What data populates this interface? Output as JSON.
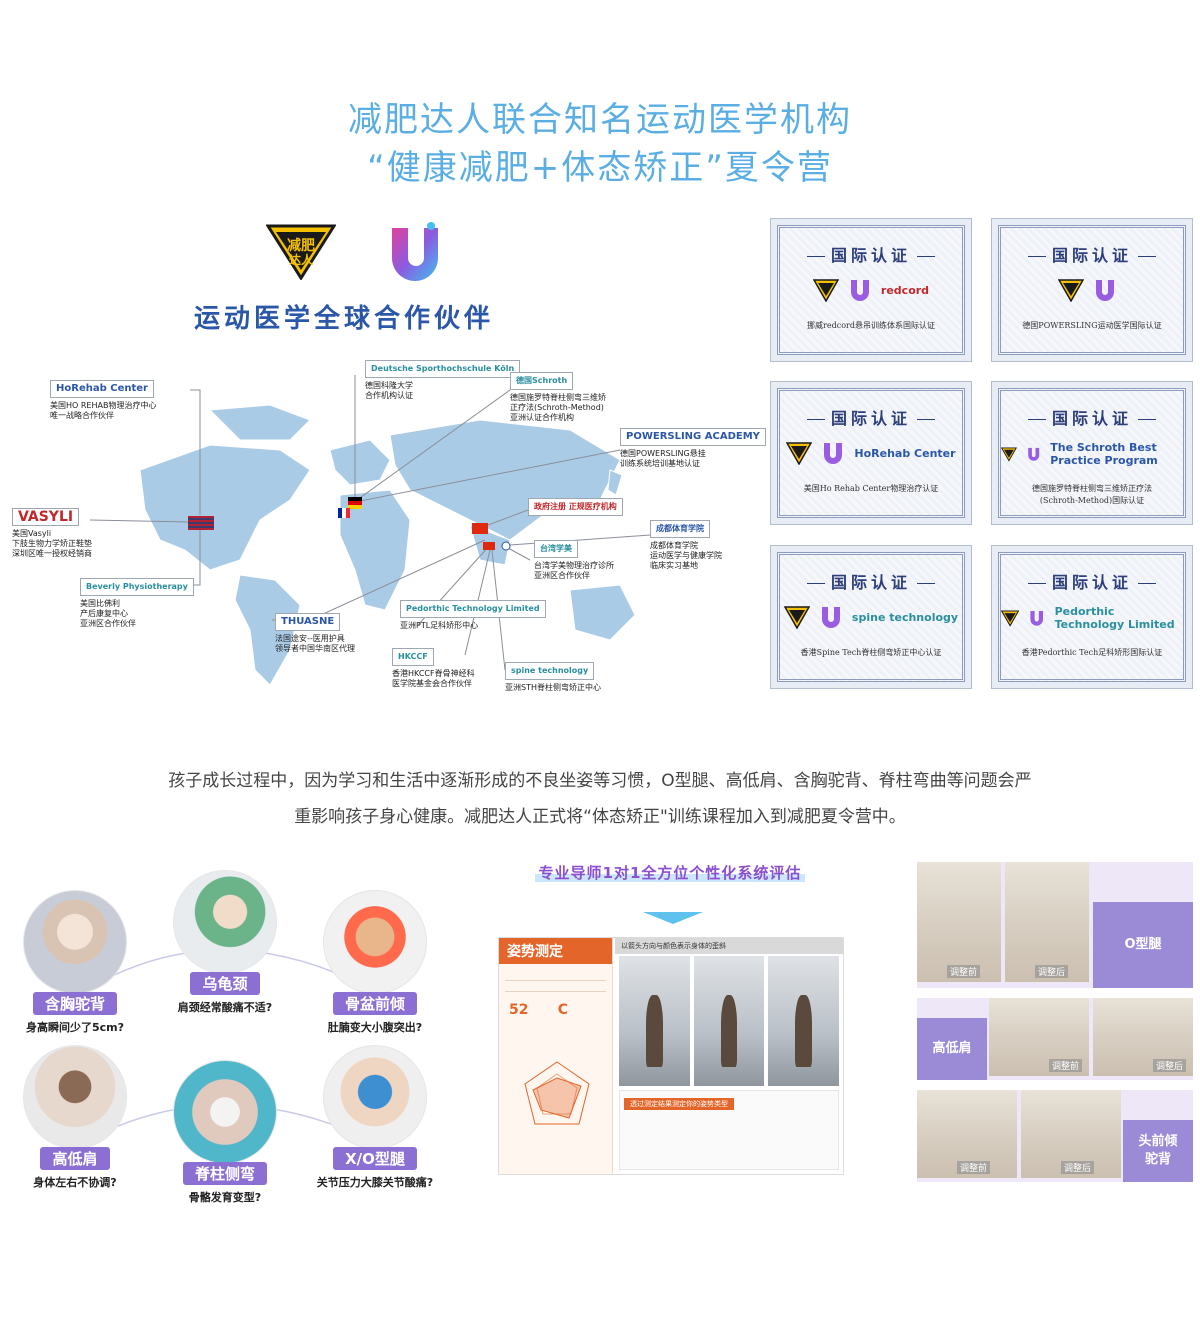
{
  "header": {
    "line1": "减肥达人联合知名运动医学机构",
    "line2": "“健康减肥+体态矫正”夏令营"
  },
  "partners": {
    "heading": "运动医学全球合作伙伴",
    "logo_text": "减肥达人",
    "callouts": [
      {
        "box": "HoRehab Center",
        "text": "美国HO REHAB物理治疗中心\n唯一战略合作伙伴"
      },
      {
        "box": "Deutsche Sporthochschule Köln",
        "text": "德国科隆大学\n合作机构认证"
      },
      {
        "box": "德国Schroth",
        "text": "德国施罗特脊柱侧弯三维矫\n正疗法(Schroth-Method)\n亚洲认证合作机构"
      },
      {
        "box": "POWERSLING ACADEMY",
        "text": "德国POWERSLING悬挂\n训练系统培训基地认证"
      },
      {
        "box": "VASYLI",
        "text": "美国Vasyli\n下肢生物力学矫正鞋垫\n深圳区唯一授权经销商"
      },
      {
        "box": "政府注册 正规医疗机构",
        "text": ""
      },
      {
        "box": "成都体育学院",
        "text": "成都体育学院\n运动医学与健康学院\n临床实习基地"
      },
      {
        "box": "台湾学美",
        "text": "台湾学美物理治疗诊所\n亚洲区合作伙伴"
      },
      {
        "box": "Beverly Physiotherapy",
        "text": "美国比佛利\n产后康复中心\n亚洲区合作伙伴"
      },
      {
        "box": "THUASNE",
        "text": "法国途安--医用护具\n领导者中国华南区代理"
      },
      {
        "box": "Pedorthic Technology Limited",
        "text": "亚洲PTL足科矫形中心"
      },
      {
        "box": "HKCCF",
        "text": "香港HKCCF脊骨神经科\n医学院基金会合作伙伴"
      },
      {
        "box": "spine technology",
        "text": "亚洲STH脊柱侧弯矫正中心"
      }
    ]
  },
  "certificates": [
    {
      "title": "国际认证",
      "brand": "redcord",
      "brand_color": "#c0282c",
      "desc": "挪威redcord悬吊训练体系国际认证"
    },
    {
      "title": "国际认证",
      "brand": "",
      "brand_color": "#2b57a8",
      "desc": "德国POWERSLING运动医学国际认证"
    },
    {
      "title": "国际认证",
      "brand": "HoRehab Center",
      "brand_color": "#2b57a8",
      "desc": "美国Ho Rehab Center物理治疗认证"
    },
    {
      "title": "国际认证",
      "brand": "The Schroth Best Practice Program",
      "brand_color": "#2b57a8",
      "desc": "德国施罗特脊柱侧弯三维矫正疗法\n(Schroth-Method)国际认证"
    },
    {
      "title": "国际认证",
      "brand": "spine technology",
      "brand_color": "#2a8f9e",
      "desc": "香港Spine Tech脊柱侧弯矫正中心认证"
    },
    {
      "title": "国际认证",
      "brand": "Pedorthic Technology Limited",
      "brand_color": "#2a8f9e",
      "desc": "香港Pedorthic Tech足科矫形国际认证"
    }
  ],
  "description": {
    "line1": "孩子成长过程中，因为学习和生活中逐渐形成的不良坐姿等习惯，O型腿、高低肩、含胸驼背、脊柱弯曲等问题会严",
    "line2": "重影响孩子身心健康。减肥达人正式将“体态矫正\"训练课程加入到减肥夏令营中。"
  },
  "posture_issues": [
    {
      "tag": "含胸驼背",
      "caption": "身高瞬间少了5cm?"
    },
    {
      "tag": "乌龟颈",
      "caption": "肩颈经常酸痛不适?"
    },
    {
      "tag": "骨盆前倾",
      "caption": "肚腩变大小腹突出?"
    },
    {
      "tag": "高低肩",
      "caption": "身体左右不协调?"
    },
    {
      "tag": "脊柱侧弯",
      "caption": "骨骼发育变型?"
    },
    {
      "tag": "X/O型腿",
      "caption": "关节压力大膝关节酸痛?"
    }
  ],
  "assessment": {
    "title": "专业导师1对1全方位个性化系统评估",
    "report_title": "姿势测定",
    "score": "52",
    "grade": "C",
    "bar_text": "以箭头方向与颜色表示身体的歪斜",
    "bottom_tag": "透过测定结果测定你的姿势类型"
  },
  "before_after": [
    {
      "label": "O型腿",
      "before": "调整前",
      "after": "调整后"
    },
    {
      "label": "高低肩",
      "before": "调整前",
      "after": "调整后"
    },
    {
      "label": "头前倾\n驼背",
      "before": "调整前",
      "after": "调整后"
    }
  ]
}
